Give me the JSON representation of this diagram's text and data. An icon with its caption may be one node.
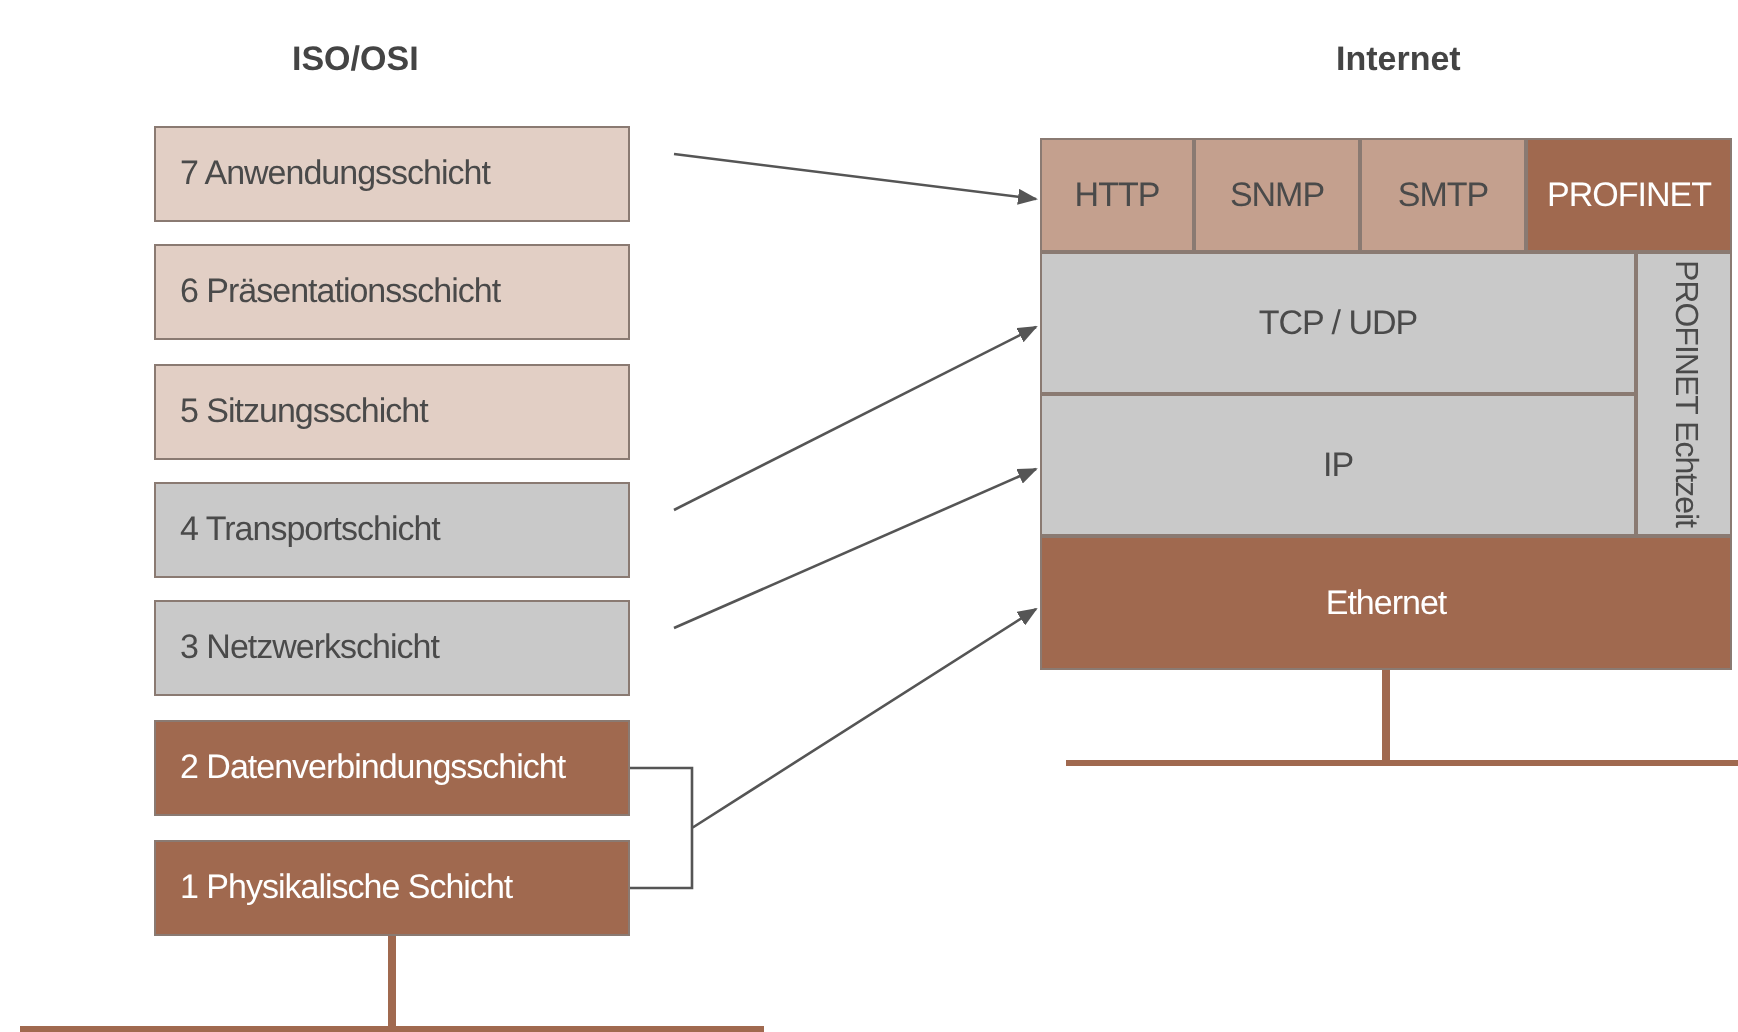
{
  "diagram": {
    "nodes": [
      {
        "text": [
          "7 Anwendungsschicht"
        ]
      },
      {
        "text": [
          "6 Präsentationsschicht"
        ]
      },
      {
        "text": [
          "5 Sitzungsschicht"
        ]
      },
      {
        "text": [
          "4 Transportschicht"
        ]
      },
      {
        "text": [
          "3 Netzwerkschicht"
        ]
      },
      {
        "text": [
          "2 Datenverbindungsschicht"
        ]
      },
      {
        "text": [
          "1 Physikalische Schicht"
        ]
      },
      {
        "text": [
          "HTTP"
        ]
      },
      {
        "text": [
          "SNMP"
        ]
      },
      {
        "text": [
          "SMTP"
        ]
      },
      {
        "text": [
          "PROFINET"
        ]
      },
      {
        "text": [
          "TCP / UDP"
        ]
      },
      {
        "text": [
          "IP"
        ]
      },
      {
        "text": [
          "PROFINET Echtzeit"
        ]
      },
      {
        "text": [
          "Ethernet"
        ]
      },
      {
        "text": [],
        "shape": "bar"
      },
      {
        "text": [],
        "shape": "bar"
      }
    ],
    "edges": [
      {
        "from": 0,
        "to": 7,
        "arrow": "to"
      },
      {
        "from": 3,
        "to": 11,
        "arrow": "to"
      },
      {
        "from": 4,
        "to": 12,
        "arrow": "to"
      },
      {
        "from": 5,
        "to": 14,
        "arrow": "to"
      },
      {
        "from": 6,
        "to": 14,
        "arrow": "to"
      },
      {
        "from": 6,
        "to": 15,
        "arrow": "none",
        "style": "thick",
        "color": "#a0694f"
      },
      {
        "from": 14,
        "to": 16,
        "arrow": "none",
        "style": "thick",
        "color": "#a0694f"
      }
    ],
    "labels": [
      "ISO/OSI",
      "Internet"
    ]
  }
}
